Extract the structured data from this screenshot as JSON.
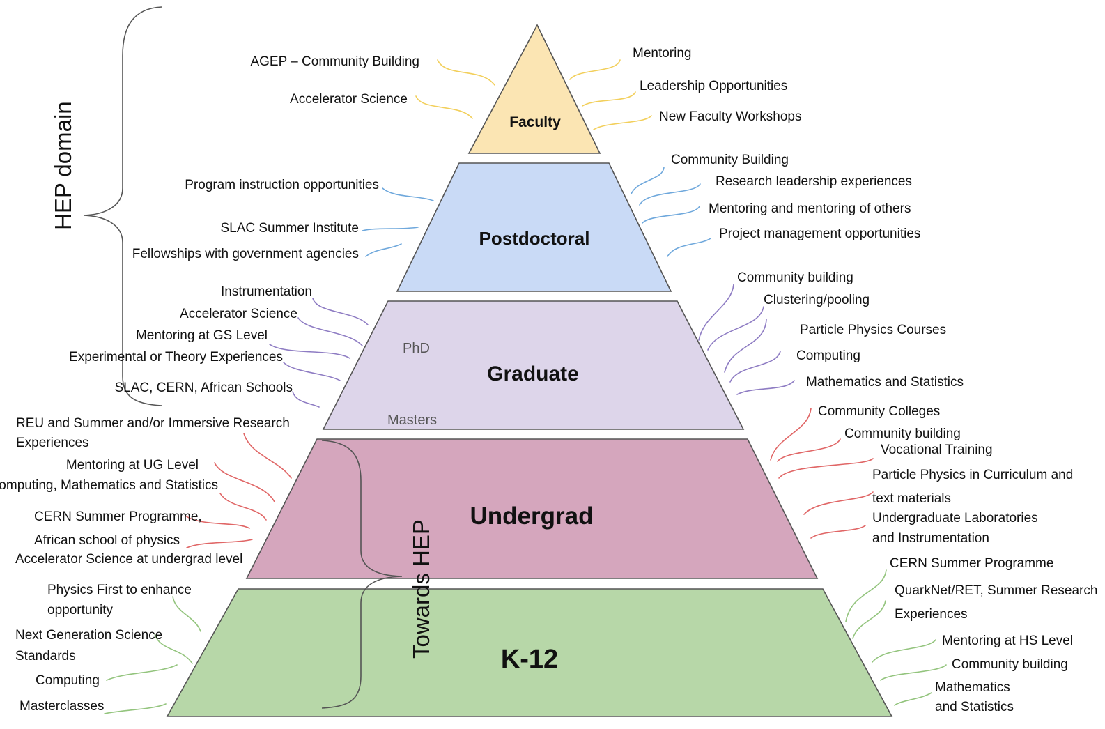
{
  "colors": {
    "faculty": "#fbe5b3",
    "postdoctoral": "#c9daf6",
    "graduate": "#ddd5ea",
    "undergrad": "#d5a6bd",
    "k12": "#b7d7a8",
    "faculty_line": "#f2cf5b",
    "postdoc_line": "#6fa8dc",
    "graduate_line": "#8e7cc3",
    "undergrad_line": "#e06666",
    "k12_line": "#93c47d"
  },
  "side_labels": {
    "hep_domain": "HEP domain",
    "towards_hep": "Towards HEP"
  },
  "tiers": {
    "faculty": {
      "title": "Faculty",
      "left": [
        "AGEP – Community Building",
        "Accelerator Science"
      ],
      "right": [
        "Mentoring",
        "Leadership Opportunities",
        "New Faculty Workshops"
      ]
    },
    "postdoctoral": {
      "title": "Postdoctoral",
      "left": [
        "Program instruction opportunities",
        "SLAC Summer Institute",
        "Fellowships with government agencies"
      ],
      "right": [
        "Community Building",
        "Research leadership experiences",
        "Mentoring and mentoring of others",
        "Project management opportunities"
      ]
    },
    "graduate": {
      "title": "Graduate",
      "sub": [
        "PhD",
        "Masters"
      ],
      "left": [
        "Instrumentation",
        "Accelerator Science",
        "Mentoring at GS Level",
        "Experimental or Theory Experiences",
        "SLAC, CERN, African Schools"
      ],
      "right": [
        "Community building",
        "Clustering/pooling",
        "Particle Physics Courses",
        "Computing",
        "Mathematics and Statistics"
      ]
    },
    "undergrad": {
      "title": "Undergrad",
      "left": [
        "REU and Summer and/or Immersive Research",
        "Experiences",
        "Mentoring at UG Level",
        "Computing, Mathematics and Statistics",
        "CERN Summer Programme,",
        "African school of physics",
        "Accelerator Science at undergrad level"
      ],
      "right": [
        "Community Colleges",
        "Community building",
        "Vocational Training",
        "Particle Physics in Curriculum and",
        "text materials",
        "Undergraduate Laboratories",
        "and Instrumentation"
      ]
    },
    "k12": {
      "title": "K-12",
      "left": [
        "Physics First to enhance",
        "opportunity",
        "Next Generation Science",
        "Standards",
        "Computing",
        "Masterclasses"
      ],
      "right": [
        "CERN Summer Programme",
        "QuarkNet/RET, Summer Research",
        "Experiences",
        "Mentoring at HS Level",
        "Community building",
        "Mathematics",
        "and Statistics"
      ]
    }
  }
}
